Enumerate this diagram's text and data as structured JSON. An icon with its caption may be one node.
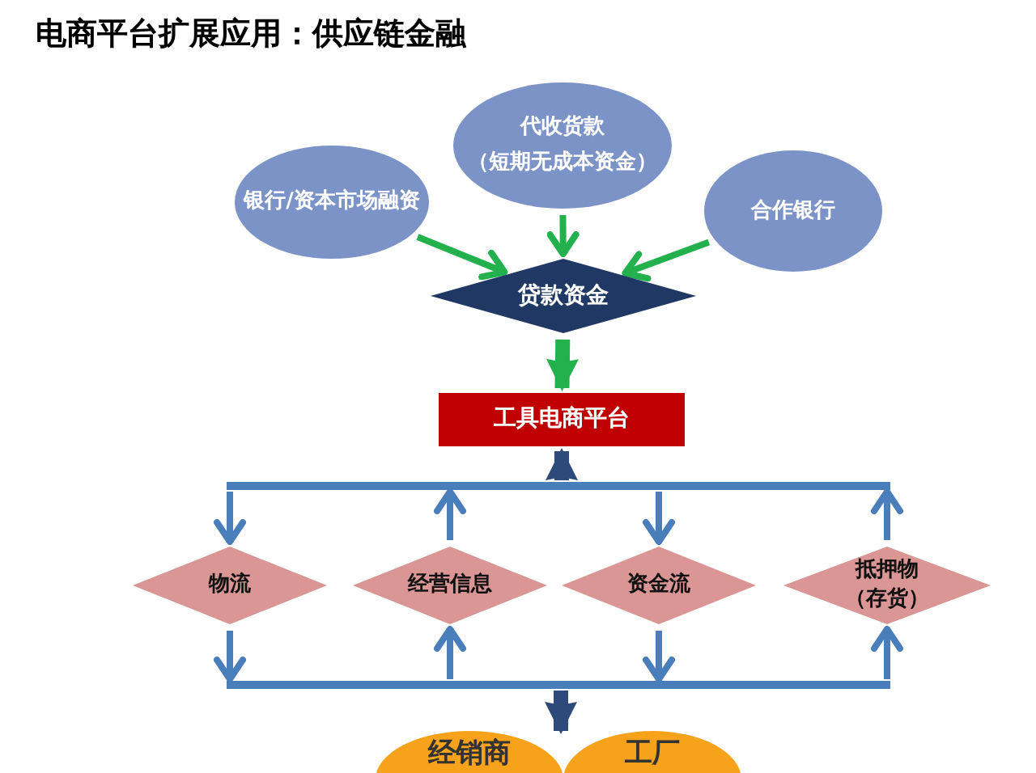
{
  "diagram": {
    "title": "电商平台扩展应用：供应链金融",
    "nodes": [
      {
        "text": [
          "银行/资本市场融资"
        ]
      },
      {
        "text": [
          "代收货款",
          "（短期无成本资金）"
        ]
      },
      {
        "text": [
          "合作银行"
        ]
      },
      {
        "text": [
          "贷款资金"
        ]
      },
      {
        "text": [
          "工具电商平台"
        ]
      },
      {
        "text": [],
        "shape": "bar"
      },
      {
        "text": [
          "物流"
        ]
      },
      {
        "text": [
          "经营信息"
        ]
      },
      {
        "text": [
          "资金流"
        ]
      },
      {
        "text": [
          "抵押物（存货）"
        ]
      },
      {
        "text": [],
        "shape": "bar"
      },
      {
        "text": [
          "经销商"
        ]
      },
      {
        "text": [
          "工厂"
        ]
      }
    ],
    "edges": [
      {
        "from": 0,
        "to": 3,
        "arrow": "to",
        "color": "#22b14c"
      },
      {
        "from": 1,
        "to": 3,
        "arrow": "to",
        "color": "#22b14c"
      },
      {
        "from": 2,
        "to": 3,
        "arrow": "to",
        "color": "#22b14c"
      },
      {
        "from": 3,
        "to": 4,
        "arrow": "to",
        "style": "thick",
        "color": "#22b14c"
      },
      {
        "from": 5,
        "to": 4,
        "arrow": "to",
        "style": "thick",
        "color": "#2e4a7a"
      },
      {
        "from": 5,
        "to": 6,
        "arrow": "to"
      },
      {
        "from": 7,
        "to": 5,
        "arrow": "to"
      },
      {
        "from": 5,
        "to": 8,
        "arrow": "to"
      },
      {
        "from": 9,
        "to": 5,
        "arrow": "to"
      },
      {
        "from": 6,
        "to": 10,
        "arrow": "to"
      },
      {
        "from": 10,
        "to": 7,
        "arrow": "to"
      },
      {
        "from": 8,
        "to": 10,
        "arrow": "to"
      },
      {
        "from": 10,
        "to": 9,
        "arrow": "to"
      },
      {
        "from": 10,
        "to": 11,
        "arrow": "to",
        "style": "thick",
        "color": "#2e4a7a"
      },
      {
        "from": 10,
        "to": 12,
        "arrow": "to",
        "style": "thick",
        "color": "#2e4a7a"
      }
    ]
  }
}
